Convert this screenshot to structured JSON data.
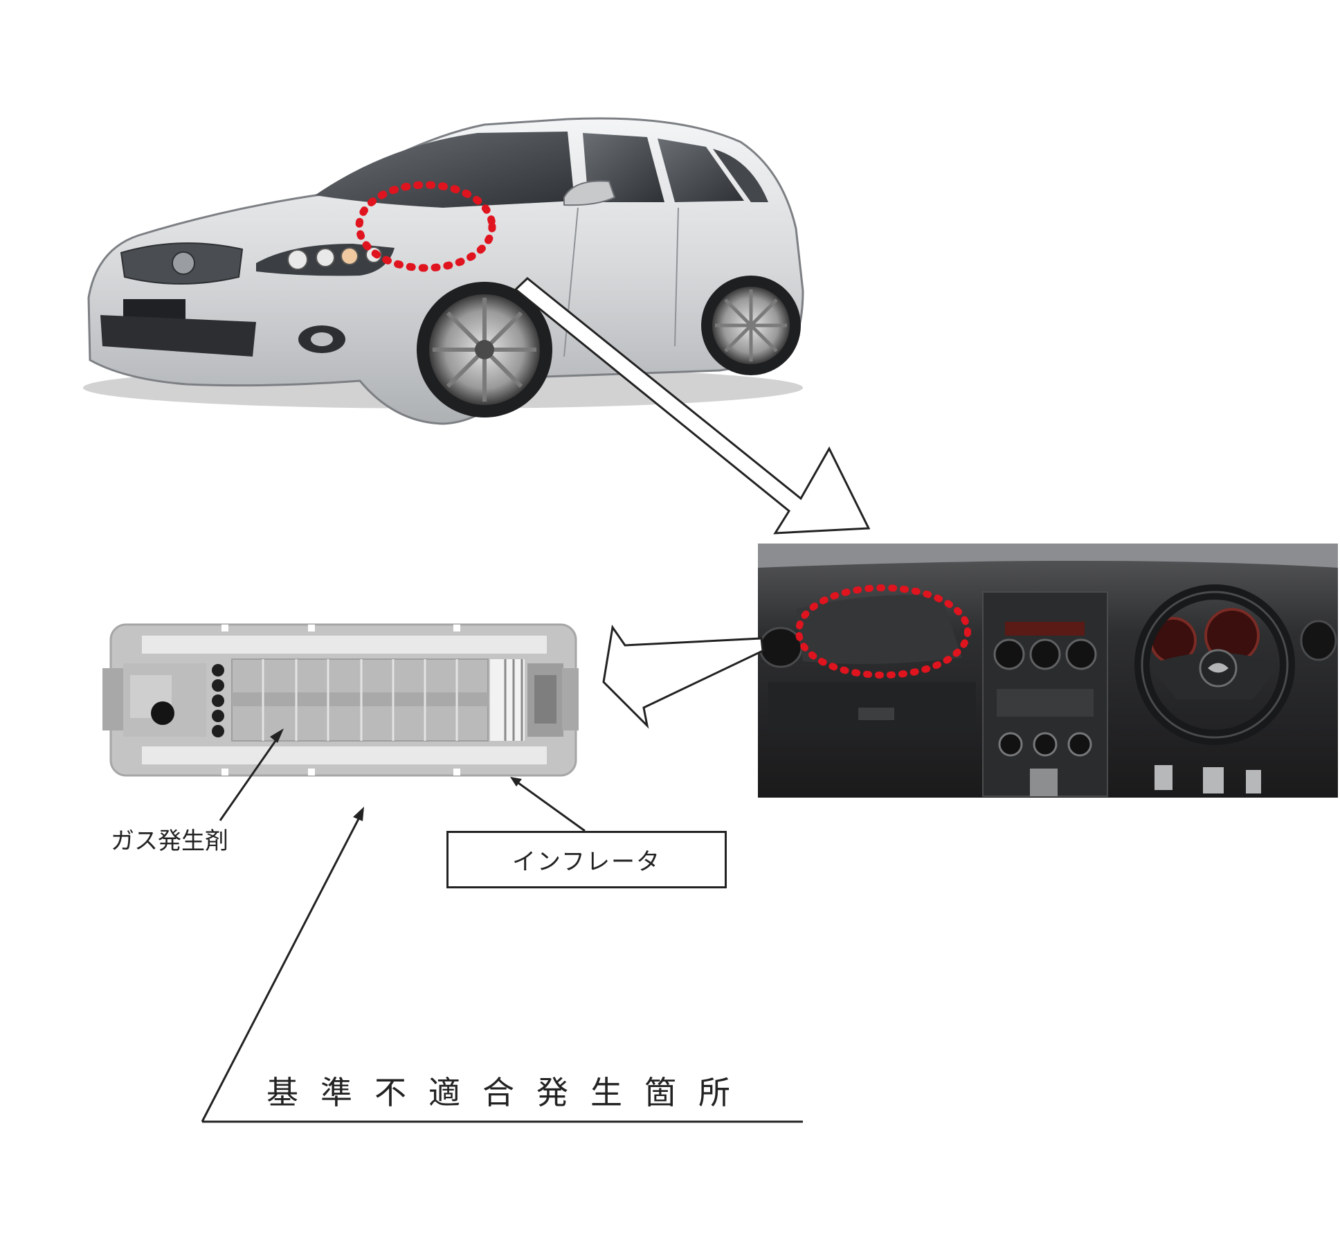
{
  "labels": {
    "gas_generant": "ガス発生剤",
    "inflator": "インフレータ",
    "defect_location": "基準不適合発生箇所"
  },
  "colors": {
    "highlight": "#e0141e",
    "line": "#222222",
    "dashboard": "#2a2b2d",
    "car_body": "#dcdedf",
    "inflator_body": "#b8b8b8"
  },
  "icons": [
    "car-illustration",
    "dashboard-photo",
    "inflator-cross-section"
  ]
}
